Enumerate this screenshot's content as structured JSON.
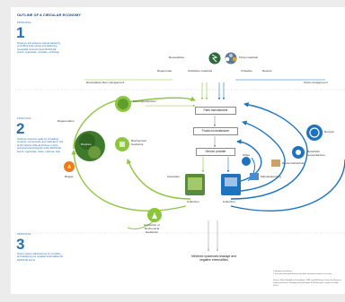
{
  "title": "OUTLINE OF A CIRCULAR ECONOMY",
  "principles": [
    {
      "label": "PRINCIPLE",
      "number": "1",
      "description": "Preserve and enhance natural capital by controlling finite stocks and balancing renewable resource flows ReSOLVE levers: regenerate, virtualise, exchange"
    },
    {
      "label": "PRINCIPLE",
      "number": "2",
      "description": "Optimise resource yields by circulating products, components and materials in use at the highest utility at all times in both technical and biological cycles ReSOLVE levers: regenerate, share, optimise, loop"
    },
    {
      "label": "PRINCIPLE",
      "number": "3",
      "description": "Foster system effectiveness by revealing and designing out negative externalities All ReSOLVE levers"
    }
  ],
  "top": {
    "renewables": "Renewables",
    "finite": "Finite materials",
    "regenerate": "Regenerate",
    "substitute": "Substitute materials",
    "virtualise": "Virtualise",
    "restore": "Restore",
    "renewables_flow": "Renewables flow management",
    "stock": "Stock management"
  },
  "left": {
    "farming": "Farming/collection¹",
    "biochemical": "Biochemical feedstock",
    "regeneration": "Regeneration",
    "biosphere": "Biosphere",
    "biogas": "Biogas",
    "cascades": "Cascades",
    "collection": "Collection",
    "extraction": "Extraction of biochemical feedstock²"
  },
  "center": {
    "parts": "Parts manufacturer",
    "product": "Product manufacturer",
    "service": "Service provider",
    "collection": "Collection",
    "minimise": "Minimise systematic leakage and negative externalities"
  },
  "right": {
    "recycle": "Recycle",
    "refurbish": "Refurbish/ remanufacture",
    "reuse": "Reuse/redistribute",
    "maintain": "Maintain/prolong",
    "share": "Share"
  },
  "footnotes": {
    "f1": "1 Hunting and fishing",
    "f2": "2 Can take both post-harvest and post-consumer waste as an input",
    "source": "Source: Ellen MacArthur Foundation, SUN, and McKinsey Center for Business and Environment; Drawing from Braungart & McDonough, Cradle to Cradle (C2C)"
  },
  "colors": {
    "brand_blue": "#2a6fb0",
    "bio_green": "#8cc63f",
    "tech_blue": "#1e73be",
    "grey": "#8a8a8a"
  }
}
